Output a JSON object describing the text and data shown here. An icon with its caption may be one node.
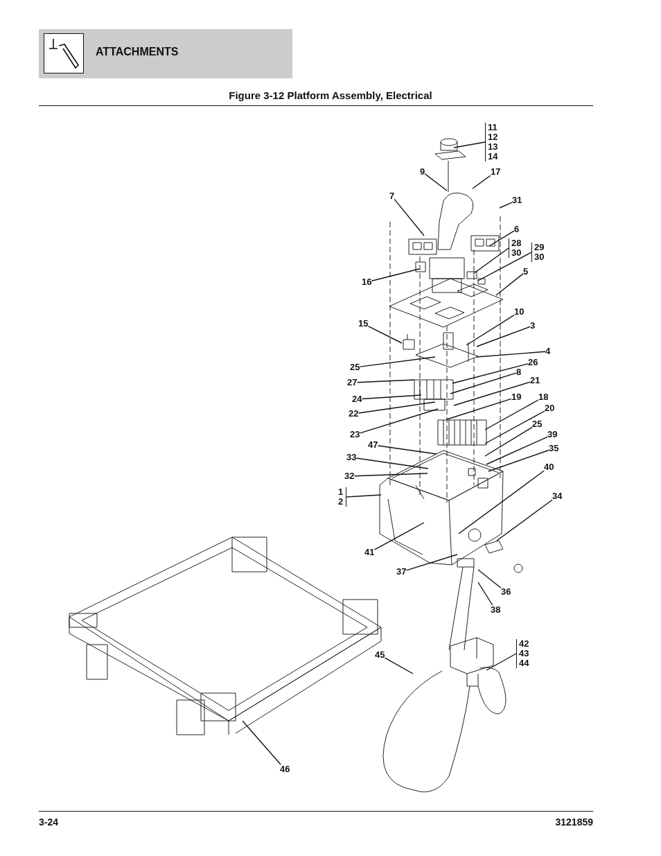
{
  "diagram": {
    "title": "Figure 3-12 Platform Assembly, Electrical",
    "nodes": [
      {
        "text": [
          "11",
          "12",
          "13",
          "14"
        ]
      },
      {
        "text": [
          "9"
        ]
      },
      {
        "text": [
          "17"
        ]
      },
      {
        "text": [
          "7"
        ]
      },
      {
        "text": [
          "31"
        ]
      },
      {
        "text": [
          "6"
        ]
      },
      {
        "text": [
          "28",
          "30"
        ]
      },
      {
        "text": [
          "29",
          "30"
        ]
      },
      {
        "text": [
          "5"
        ]
      },
      {
        "text": [
          "16"
        ]
      },
      {
        "text": [
          "10"
        ]
      },
      {
        "text": [
          "15"
        ]
      },
      {
        "text": [
          "3"
        ]
      },
      {
        "text": [
          "4"
        ]
      },
      {
        "text": [
          "25"
        ]
      },
      {
        "text": [
          "26"
        ]
      },
      {
        "text": [
          "27"
        ]
      },
      {
        "text": [
          "8"
        ]
      },
      {
        "text": [
          "21"
        ]
      },
      {
        "text": [
          "24"
        ]
      },
      {
        "text": [
          "19"
        ]
      },
      {
        "text": [
          "18"
        ]
      },
      {
        "text": [
          "22"
        ]
      },
      {
        "text": [
          "20"
        ]
      },
      {
        "text": [
          "23"
        ]
      },
      {
        "text": [
          "25"
        ]
      },
      {
        "text": [
          "47"
        ]
      },
      {
        "text": [
          "39"
        ]
      },
      {
        "text": [
          "35"
        ]
      },
      {
        "text": [
          "33"
        ]
      },
      {
        "text": [
          "40"
        ]
      },
      {
        "text": [
          "32"
        ]
      },
      {
        "text": [
          "1",
          "2"
        ]
      },
      {
        "text": [
          "34"
        ]
      },
      {
        "text": [
          "41"
        ]
      },
      {
        "text": [
          "37"
        ]
      },
      {
        "text": [
          "36"
        ]
      },
      {
        "text": [
          "38"
        ]
      },
      {
        "text": [
          "42",
          "43",
          "44"
        ]
      },
      {
        "text": [
          "45"
        ]
      },
      {
        "text": [
          "46"
        ]
      }
    ],
    "edges": [
      {
        "from": 0,
        "to": null,
        "arrow": "none"
      },
      {
        "from": 1,
        "to": null,
        "arrow": "none"
      },
      {
        "from": 2,
        "to": null,
        "arrow": "none"
      },
      {
        "from": 3,
        "to": null,
        "arrow": "none"
      },
      {
        "from": 4,
        "to": null,
        "arrow": "none"
      },
      {
        "from": 5,
        "to": null,
        "arrow": "none"
      },
      {
        "from": 6,
        "to": null,
        "arrow": "none"
      },
      {
        "from": 7,
        "to": null,
        "arrow": "none"
      },
      {
        "from": 8,
        "to": null,
        "arrow": "none"
      },
      {
        "from": 9,
        "to": null,
        "arrow": "none"
      },
      {
        "from": 10,
        "to": null,
        "arrow": "none"
      },
      {
        "from": 11,
        "to": null,
        "arrow": "none"
      },
      {
        "from": 12,
        "to": null,
        "arrow": "none"
      },
      {
        "from": 13,
        "to": null,
        "arrow": "none"
      },
      {
        "from": 14,
        "to": null,
        "arrow": "none"
      },
      {
        "from": 15,
        "to": null,
        "arrow": "none"
      },
      {
        "from": 16,
        "to": null,
        "arrow": "none"
      },
      {
        "from": 17,
        "to": null,
        "arrow": "none"
      },
      {
        "from": 18,
        "to": null,
        "arrow": "none"
      },
      {
        "from": 19,
        "to": null,
        "arrow": "none"
      },
      {
        "from": 20,
        "to": null,
        "arrow": "none"
      },
      {
        "from": 21,
        "to": null,
        "arrow": "none"
      },
      {
        "from": 22,
        "to": null,
        "arrow": "none"
      },
      {
        "from": 23,
        "to": null,
        "arrow": "none"
      },
      {
        "from": 24,
        "to": null,
        "arrow": "none"
      },
      {
        "from": 25,
        "to": null,
        "arrow": "none"
      },
      {
        "from": 26,
        "to": null,
        "arrow": "none"
      },
      {
        "from": 27,
        "to": null,
        "arrow": "none"
      },
      {
        "from": 28,
        "to": null,
        "arrow": "none"
      },
      {
        "from": 29,
        "to": null,
        "arrow": "none"
      },
      {
        "from": 30,
        "to": null,
        "arrow": "none"
      },
      {
        "from": 31,
        "to": null,
        "arrow": "none"
      },
      {
        "from": 32,
        "to": null,
        "arrow": "none"
      },
      {
        "from": 33,
        "to": null,
        "arrow": "none"
      },
      {
        "from": 34,
        "to": null,
        "arrow": "none"
      },
      {
        "from": 35,
        "to": null,
        "arrow": "none"
      },
      {
        "from": 36,
        "to": null,
        "arrow": "none"
      },
      {
        "from": 37,
        "to": null,
        "arrow": "none"
      },
      {
        "from": 38,
        "to": null,
        "arrow": "none"
      },
      {
        "from": 39,
        "to": null,
        "arrow": "none"
      },
      {
        "from": 40,
        "to": null,
        "arrow": "none"
      }
    ],
    "labels": [
      "ATTACHMENTS",
      "3-24",
      "3121859"
    ]
  }
}
